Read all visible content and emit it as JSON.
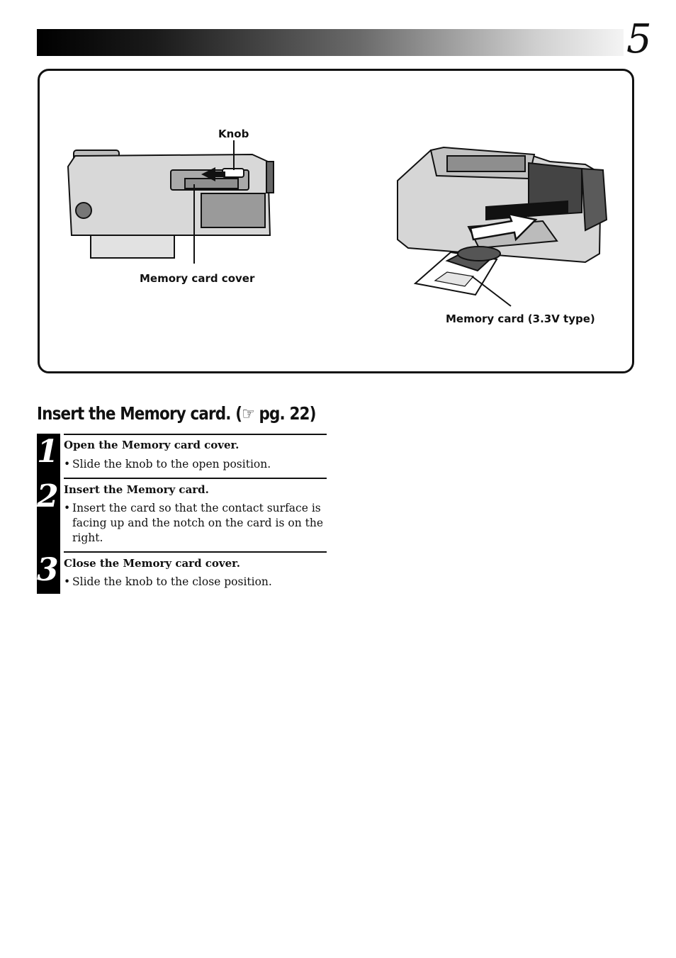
{
  "page": {
    "number": "5"
  },
  "figure": {
    "labels": {
      "knob": "Knob",
      "memory_card_cover": "Memory card cover",
      "memory_card": "Memory card (3.3V type)"
    }
  },
  "section": {
    "title": "Insert the Memory card. (",
    "ref_icon": "pointing-hand-icon",
    "ref_glyph": "☞",
    "ref_text": " pg. 22)"
  },
  "steps": [
    {
      "number": "1",
      "heading": "Open the Memory card cover.",
      "bullet": "•",
      "text": "Slide the knob to the open position."
    },
    {
      "number": "2",
      "heading": "Insert the Memory card.",
      "bullet": "•",
      "text": "Insert the card so that the contact surface is facing up and the notch on the card is on the right."
    },
    {
      "number": "3",
      "heading": "Close the Memory card cover.",
      "bullet": "•",
      "text": "Slide the knob to the close position."
    }
  ]
}
